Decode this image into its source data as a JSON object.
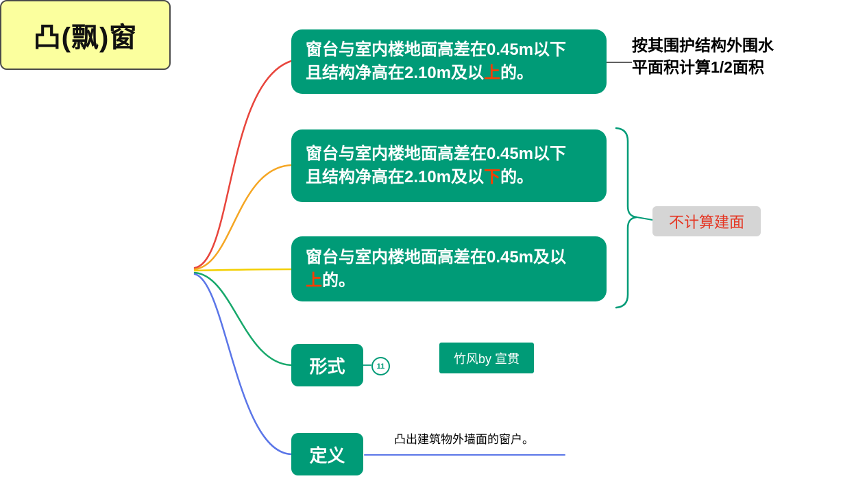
{
  "root": {
    "label": "凸(飘)窗"
  },
  "cases": {
    "case1": {
      "line1": "窗台与室内楼地面高差在0.45m以下",
      "line2_prefix": "且结构净高在2.10m及以",
      "line2_highlight": "上",
      "line2_suffix": "的。"
    },
    "case2": {
      "line1": "窗台与室内楼地面高差在0.45m以下",
      "line2_prefix": "且结构净高在2.10m及以",
      "line2_highlight": "下",
      "line2_suffix": "的。"
    },
    "case3": {
      "line1": "窗台与室内楼地面高差在0.45m及以",
      "line2_highlight": "上",
      "line2_suffix": "的。"
    }
  },
  "result": {
    "line1": "按其围护结构外围水",
    "line2": "平面积计算1/2面积"
  },
  "no_area": {
    "label": "不计算建面"
  },
  "form": {
    "label": "形式",
    "badge": "11"
  },
  "definition": {
    "label": "定义",
    "note": "凸出建筑物外墙面的窗户。"
  },
  "watermark": {
    "label": "竹风by 宣贯"
  },
  "colors": {
    "node_fill": "#009b77",
    "root_fill": "#fbff9e",
    "root_border": "#4a4a4a",
    "highlight_text": "#ff3c00",
    "gray_node_fill": "#d5d5d5",
    "gray_node_text": "#e53522",
    "branch_case1": "#e8453c",
    "branch_case2": "#f5a623",
    "branch_case3": "#f3cf00",
    "branch_form": "#17a86b",
    "branch_definition": "#5b76e8",
    "brace": "#009b77",
    "result_connector": "#4a4a4a"
  }
}
